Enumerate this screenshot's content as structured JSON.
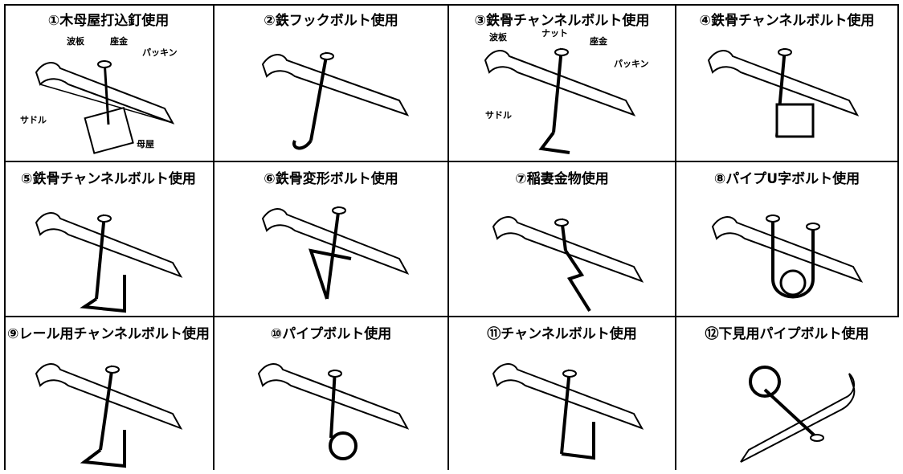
{
  "cells": [
    {
      "title": "①木母屋打込釘使用",
      "labels": [
        "波板",
        "座金",
        "パッキン",
        "サドル",
        "母屋"
      ]
    },
    {
      "title": "②鉄フックボルト使用",
      "labels": []
    },
    {
      "title": "③鉄骨チャンネルボルト使用",
      "labels": [
        "波板",
        "ナット",
        "座金",
        "パッキン",
        "サドル"
      ]
    },
    {
      "title": "④鉄骨チャンネルボルト使用",
      "labels": []
    },
    {
      "title": "⑤鉄骨チャンネルボルト使用",
      "labels": []
    },
    {
      "title": "⑥鉄骨変形ボルト使用",
      "labels": []
    },
    {
      "title": "⑦稲妻金物使用",
      "labels": []
    },
    {
      "title": "⑧パイプU字ボルト使用",
      "labels": []
    },
    {
      "title": "⑨レール用チャンネルボルト使用",
      "labels": []
    },
    {
      "title": "⑩パイプボルト使用",
      "labels": []
    },
    {
      "title": "⑪チャンネルボルト使用",
      "labels": []
    },
    {
      "title": "⑫下見用パイプボルト使用",
      "labels": []
    }
  ]
}
